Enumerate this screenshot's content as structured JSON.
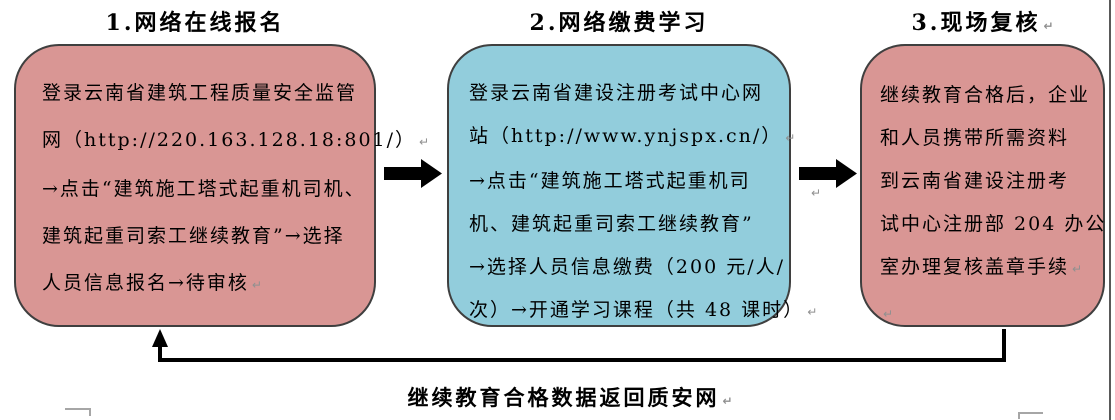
{
  "return_mark": "↵",
  "feedback": {
    "label": "继续教育合格数据返回质安网"
  },
  "steps": [
    {
      "title": "1.网络在线报名",
      "title_ret": false,
      "fill": "#d99694",
      "lines": [
        "登录云南省建筑工程质量安全监管",
        "网（http://220.163.128.18:801/）",
        "→点击“建筑施工塔式起重机司机、",
        "建筑起重司索工继续教育”→选择",
        "人员信息报名→待审核"
      ],
      "ret_after": [
        1,
        4
      ]
    },
    {
      "title": "2.网络缴费学习",
      "title_ret": false,
      "fill": "#92cddc",
      "lines": [
        "登录云南省建设注册考试中心网",
        "站（http://www.ynjspx.cn/）",
        "→点击“建筑施工塔式起重机司",
        "机、建筑起重司索工继续教育”",
        "→选择人员信息缴费（200 元/人/",
        "次）→开通学习课程（共 48 课时）"
      ],
      "ret_after": [
        1,
        5
      ]
    },
    {
      "title": "3.现场复核",
      "title_ret": true,
      "fill": "#d99694",
      "lines": [
        "继续教育合格后，企业",
        "和人员携带所需资料",
        "到云南省建设注册考",
        "试中心注册部 204 办公",
        "室办理复核盖章手续",
        ""
      ],
      "ret_after": [
        4,
        5
      ]
    }
  ],
  "colors": {
    "box_pink": "#d99694",
    "box_blue": "#92cddc",
    "box_border": "#3f3f3f",
    "arrow_black": "#000000",
    "formatting_mark_gray": "#909090",
    "page_edge_gray": "#595959",
    "text": "#000000",
    "background": "#ffffff"
  }
}
